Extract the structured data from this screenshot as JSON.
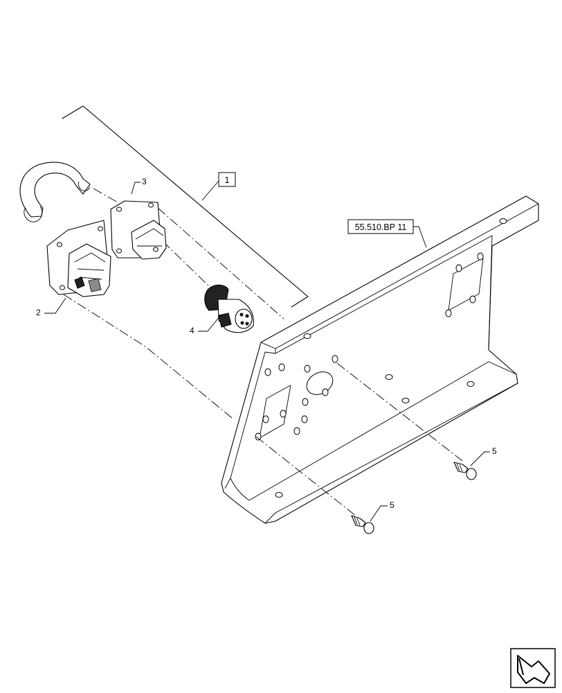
{
  "callouts": {
    "item_1": "1",
    "item_2": "2",
    "item_3": "3",
    "item_4": "4",
    "item_5a": "5",
    "item_5b": "5"
  },
  "reference": {
    "label": "55.510.BP 11"
  },
  "nav": {
    "icon": "next-page-arrow-icon"
  }
}
